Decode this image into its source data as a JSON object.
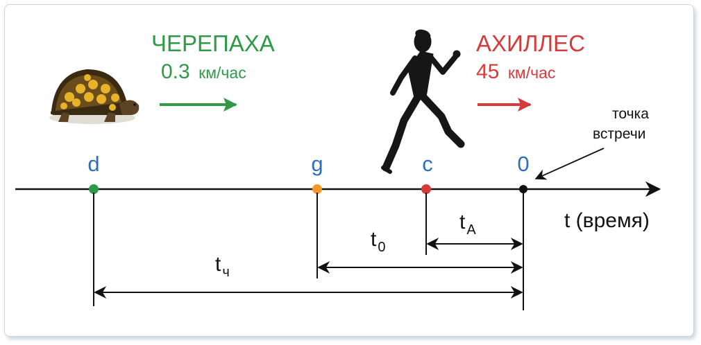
{
  "colors": {
    "tortoise": "#2e9a48",
    "achilles": "#d63b3b",
    "point_label": "#2d6fb8",
    "point_d": "#2e9a48",
    "point_g": "#f39a2b",
    "point_c": "#d63b3b",
    "point_0": "#111111",
    "axis": "#111111"
  },
  "tortoise": {
    "name": "ЧЕРЕПАХА",
    "speed_value": "0.3",
    "speed_unit": "км/час"
  },
  "achilles": {
    "name": "АХИЛЛЕС",
    "speed_value": "45",
    "speed_unit": "км/час"
  },
  "meeting_point": {
    "line1": "точка",
    "line2": "встречи"
  },
  "axis_label": "t (время)",
  "points": [
    {
      "label": "d"
    },
    {
      "label": "g"
    },
    {
      "label": "c"
    },
    {
      "label": "0"
    }
  ],
  "intervals": {
    "achilles": {
      "base": "t",
      "sub": "A"
    },
    "zero": {
      "base": "t",
      "sub": "0"
    },
    "tortoise": {
      "base": "t",
      "sub": "ч"
    }
  }
}
